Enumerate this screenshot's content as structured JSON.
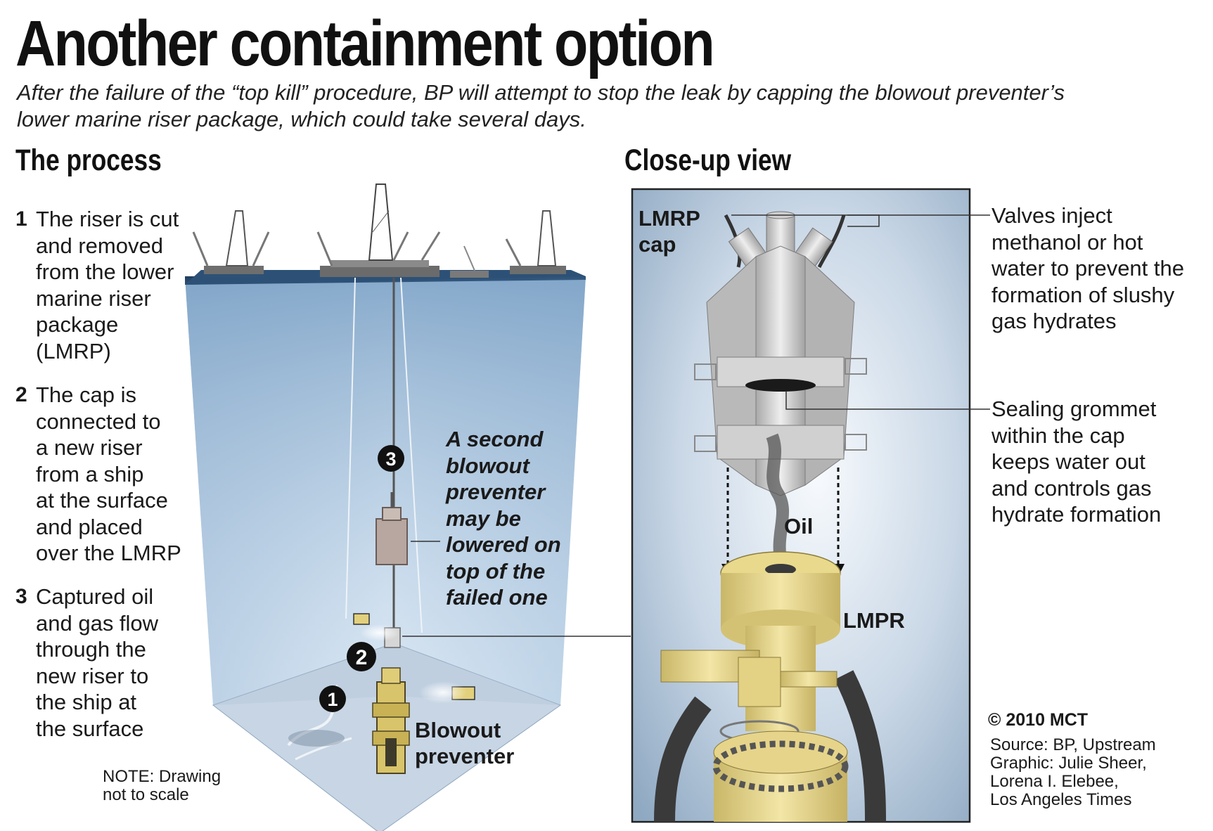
{
  "title": "Another containment option",
  "subtitle": {
    "line1": "After the failure of the “top kill” procedure, BP will attempt to stop the leak by capping the blowout preventer’s",
    "line2": "lower marine riser package, which could take several days."
  },
  "process": {
    "heading": "The process",
    "steps": [
      {
        "number": "1",
        "lines": [
          "The riser is cut",
          "and removed",
          "from the lower",
          "marine riser",
          "package",
          "(LMRP)"
        ]
      },
      {
        "number": "2",
        "lines": [
          "The cap is",
          "connected to",
          "a new riser",
          "from a ship",
          "at the surface",
          "and placed",
          "over the LMRP"
        ]
      },
      {
        "number": "3",
        "lines": [
          "Captured oil",
          "and gas flow",
          "through the",
          "new riser to",
          "the ship at",
          "the surface"
        ]
      }
    ],
    "note": [
      "NOTE: Drawing",
      "not to scale"
    ]
  },
  "diagram": {
    "markers": [
      "1",
      "2",
      "3"
    ],
    "second_bop_note": [
      "A second",
      "blowout",
      "preventer",
      "may be",
      "lowered on",
      "top of the",
      "failed one"
    ],
    "blowout_label": [
      "Blowout",
      "preventer"
    ]
  },
  "closeup": {
    "heading": "Close-up view",
    "lmrp_cap_label": [
      "LMRP",
      "cap"
    ],
    "oil_label": "Oil",
    "lmpr_label": "LMPR",
    "valves_callout": [
      "Valves inject",
      "methanol or hot",
      "water to prevent the",
      "formation of slushy",
      "gas hydrates"
    ],
    "grommet_callout": [
      "Sealing grommet",
      "within the cap",
      "keeps water out",
      "and controls gas",
      "hydrate formation"
    ]
  },
  "credits": {
    "copyright": "© 2010 MCT",
    "lines": [
      "Source: BP, Upstream",
      "Graphic: Julie Sheer,",
      "Lorena I. Elebee,",
      "Los Angeles Times"
    ]
  },
  "colors": {
    "water_top": "#2c4a6b",
    "water_body": "#b9d0e6",
    "seafloor": "#c9d6e4",
    "cap_gray": "#c8c8c8",
    "lmpr_yellow": "#e6d58f",
    "hose": "#3a3a3a"
  }
}
